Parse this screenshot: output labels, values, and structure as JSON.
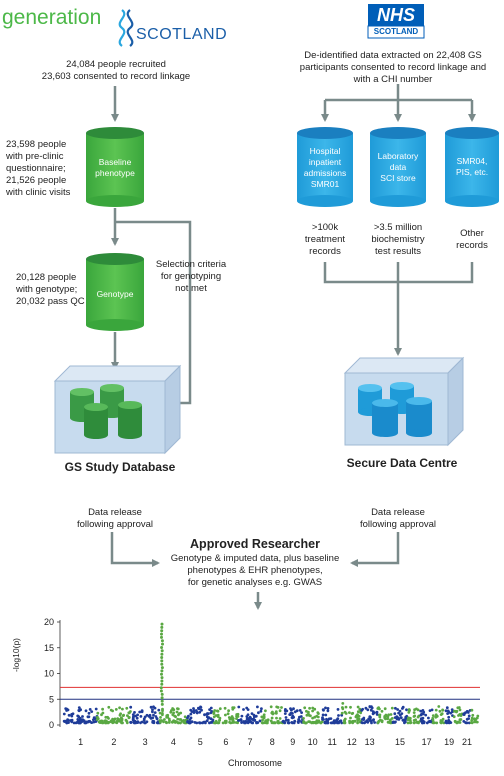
{
  "logos": {
    "gs_word1": "generation",
    "gs_word2": "SCOTLAND",
    "nhs_word1": "NHS",
    "nhs_word2": "SCOTLAND"
  },
  "gs_side": {
    "recruited": "24,084 people recruited",
    "consented": "23,603 consented to record linkage",
    "baseline_note": [
      "23,598 people",
      "with pre-clinic",
      "questionnaire;",
      "21,526 people",
      "with clinic visits"
    ],
    "baseline_cyl": [
      "Baseline",
      "phenotype"
    ],
    "genotype_note": [
      "20,128 people",
      "with genotype;",
      "20,032 pass QC"
    ],
    "genotype_cyl": "Genotype",
    "selection_note": [
      "Selection criteria",
      "for genotyping",
      "not met"
    ],
    "db_title": "GS Study Database",
    "release_note": [
      "Data release",
      "following approval"
    ]
  },
  "nhs_side": {
    "extract_note": [
      "De-identified data extracted on 22,408 GS",
      "participants consented to record linkage and",
      "with a CHI number"
    ],
    "cyl1": [
      "Hospital",
      "inpatient",
      "admissions",
      "SMR01"
    ],
    "cyl2": [
      "Laboratory",
      "data",
      "SCI store"
    ],
    "cyl3": [
      "SMR04,",
      "PIS, etc."
    ],
    "note1": [
      ">100k",
      "treatment",
      "records"
    ],
    "note2": [
      ">3.5 million",
      "biochemistry",
      "test results"
    ],
    "note3": [
      "Other",
      "records"
    ],
    "sdc_title": "Secure Data Centre",
    "release_note": [
      "Data release",
      "following approval"
    ]
  },
  "researcher": {
    "title": "Approved Researcher",
    "desc": [
      "Genotype & imputed data, plus baseline",
      "phenotypes & EHR phenotypes,",
      "for genetic analyses e.g. GWAS"
    ]
  },
  "colors": {
    "green": "#4cb848",
    "green_dark": "#2e8b3a",
    "blue": "#2aa7df",
    "blue_dark": "#1a7fc0",
    "arrow": "#7a8a8a",
    "box": "#c7dbee",
    "manhattan_blue": "#1f3c99",
    "manhattan_green": "#5aa843",
    "sig_line": "#e03030",
    "sugg_line": "#203080"
  },
  "chart_data": {
    "type": "scatter",
    "title": "",
    "xlabel": "Chromosome",
    "ylabel": "-log10(p)",
    "ylim": [
      0,
      20
    ],
    "yticks": [
      0,
      5,
      10,
      15,
      20
    ],
    "xticks": [
      "1",
      "2",
      "3",
      "4",
      "5",
      "6",
      "7",
      "8",
      "9",
      "10",
      "11",
      "12",
      "13",
      "15",
      "17",
      "19",
      "21"
    ],
    "genome_wide_line": 7.3,
    "suggestive_line": 5,
    "chromosomes": [
      "1",
      "2",
      "3",
      "4",
      "5",
      "6",
      "7",
      "8",
      "9",
      "10",
      "11",
      "12",
      "13",
      "14",
      "15",
      "16",
      "17",
      "18",
      "19",
      "20",
      "21",
      "22"
    ],
    "peak": {
      "chromosome": "4",
      "max": 20
    }
  }
}
